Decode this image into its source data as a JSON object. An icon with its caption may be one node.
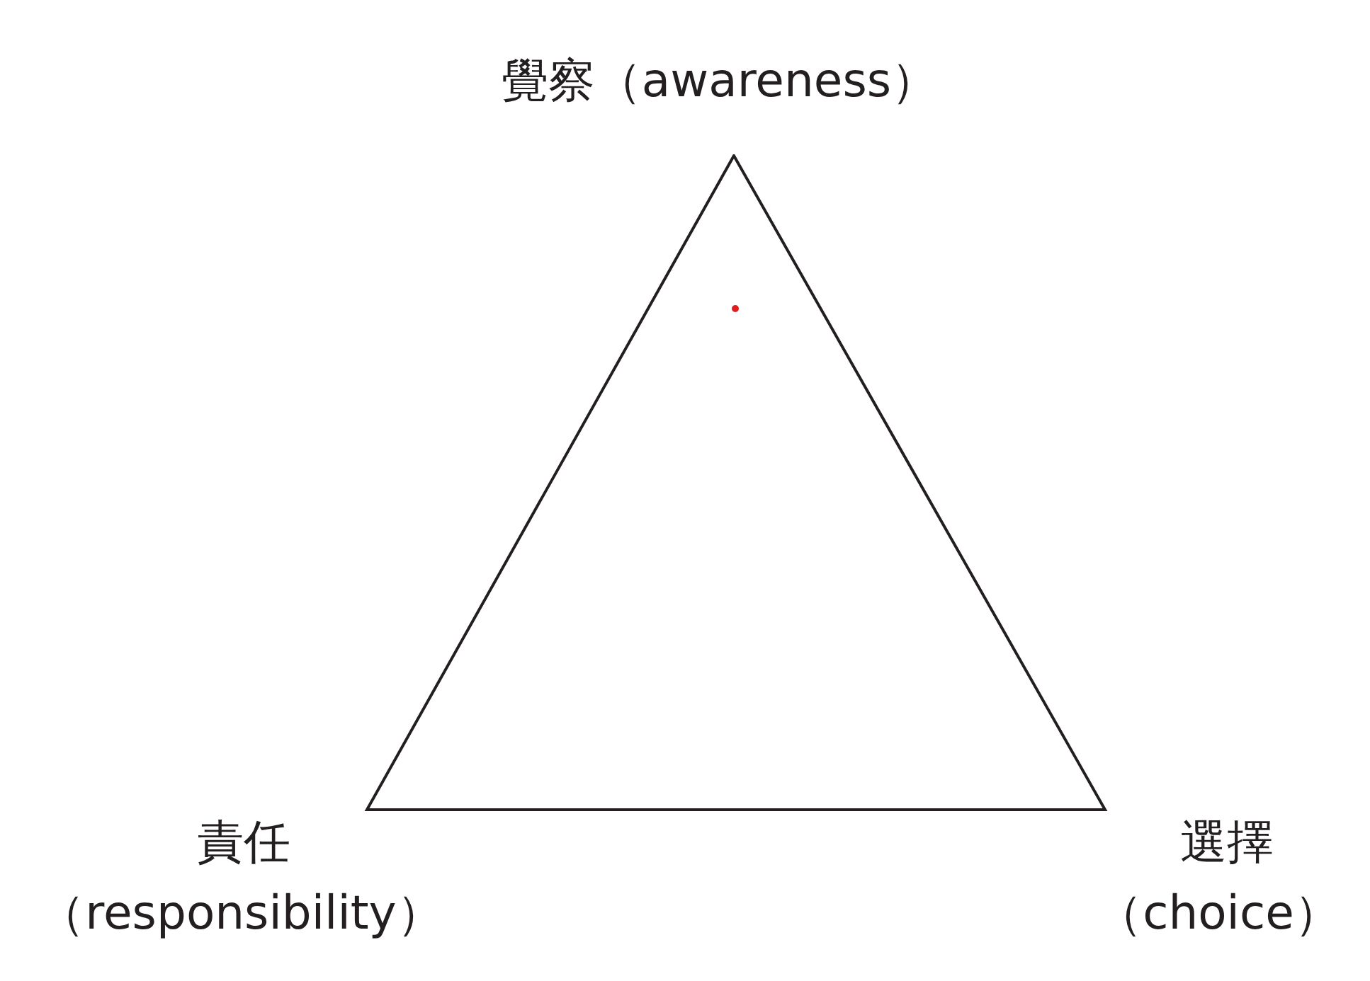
{
  "diagram": {
    "nodes": [
      {
        "text": [],
        "shape": "triangle"
      }
    ],
    "labels": [
      "覺察（awareness）",
      "責任",
      "（responsibility）",
      "選擇",
      "（choice）"
    ]
  }
}
